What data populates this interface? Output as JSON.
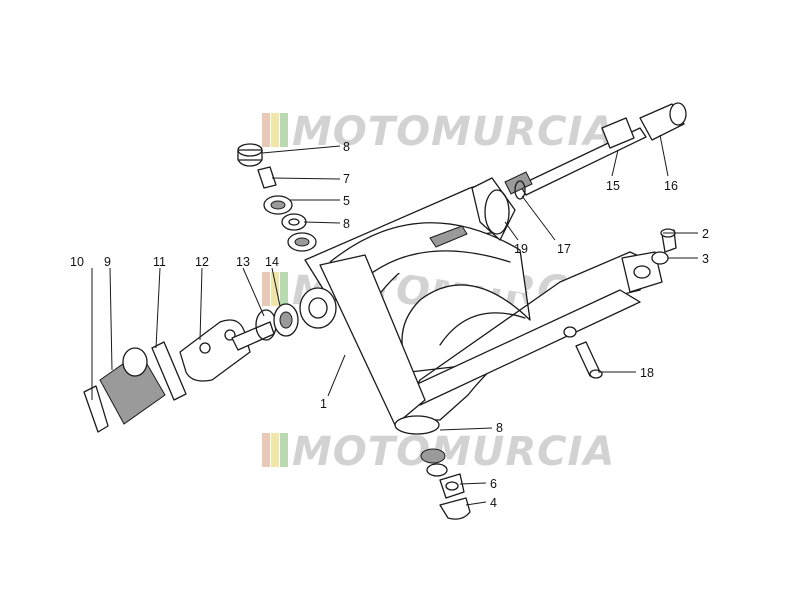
{
  "watermark": {
    "text": "MOTOMURCIA",
    "flag_colors": [
      "#e8c9b8",
      "#f0e6a8",
      "#b9d9b0"
    ],
    "text_color": "#d2d2d2"
  },
  "callouts": {
    "1": "1",
    "2": "2",
    "3": "3",
    "4": "4",
    "5": "5",
    "6": "6",
    "7": "7",
    "8": "8",
    "8b": "8",
    "9": "9",
    "10": "10",
    "11": "11",
    "12": "12",
    "13": "13",
    "14": "14",
    "15": "15",
    "16": "16",
    "17": "17",
    "18": "18",
    "19": "19"
  }
}
